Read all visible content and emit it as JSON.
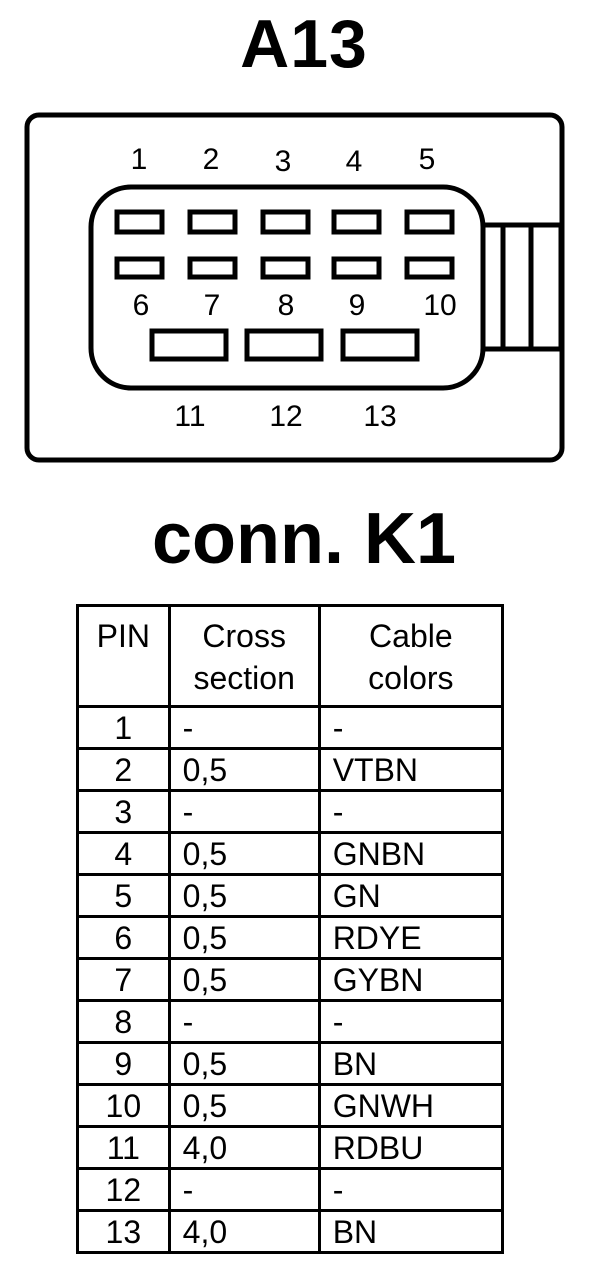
{
  "connector": {
    "title": "A13",
    "top_row_pins": [
      "1",
      "2",
      "3",
      "4",
      "5"
    ],
    "middle_row_pins": [
      "6",
      "7",
      "8",
      "9",
      "10"
    ],
    "bottom_row_pins": [
      "11",
      "12",
      "13"
    ]
  },
  "table_title": "conn. K1",
  "table": {
    "headers": {
      "pin": "PIN",
      "cross_line1": "Cross",
      "cross_line2": "section",
      "color_line1": "Cable",
      "color_line2": "colors"
    },
    "rows": [
      {
        "pin": "1",
        "cross": "-",
        "color": "-"
      },
      {
        "pin": "2",
        "cross": "0,5",
        "color": "VTBN"
      },
      {
        "pin": "3",
        "cross": "-",
        "color": "-"
      },
      {
        "pin": "4",
        "cross": "0,5",
        "color": "GNBN"
      },
      {
        "pin": "5",
        "cross": "0,5",
        "color": "GN"
      },
      {
        "pin": "6",
        "cross": "0,5",
        "color": "RDYE"
      },
      {
        "pin": "7",
        "cross": "0,5",
        "color": "GYBN"
      },
      {
        "pin": "8",
        "cross": "-",
        "color": "-"
      },
      {
        "pin": "9",
        "cross": "0,5",
        "color": "BN"
      },
      {
        "pin": "10",
        "cross": "0,5",
        "color": "GNWH"
      },
      {
        "pin": "11",
        "cross": "4,0",
        "color": "RDBU"
      },
      {
        "pin": "12",
        "cross": "-",
        "color": "-"
      },
      {
        "pin": "13",
        "cross": "4,0",
        "color": "BN"
      }
    ]
  },
  "colors": {
    "ink": "#000000",
    "background": "#ffffff"
  }
}
